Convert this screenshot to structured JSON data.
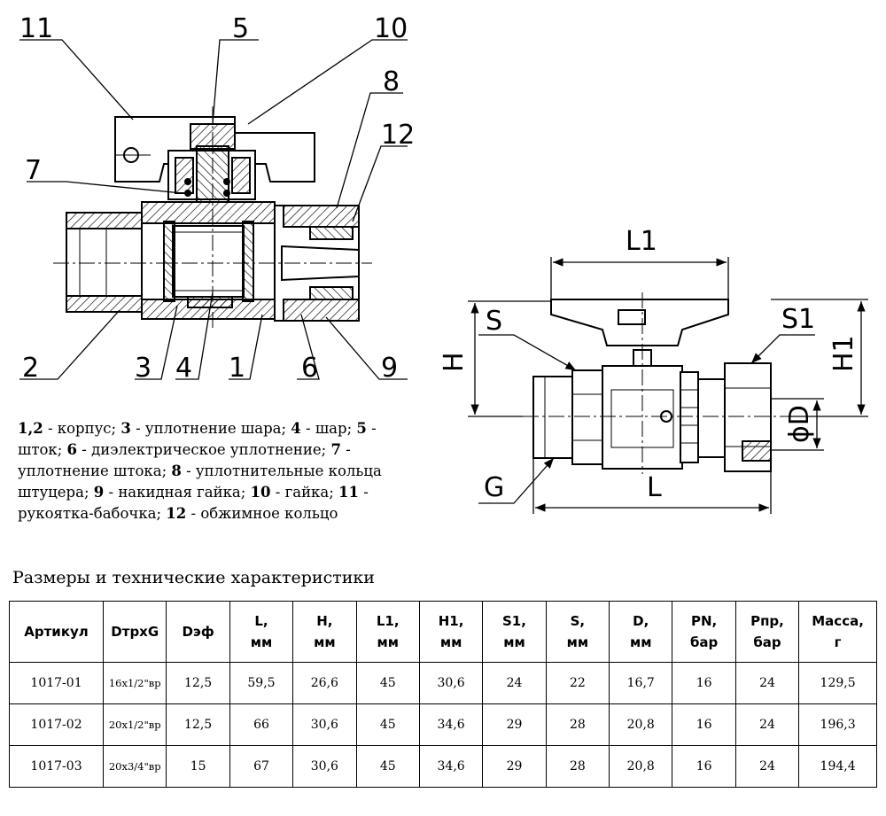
{
  "section_view": {
    "callouts": [
      "11",
      "5",
      "10",
      "8",
      "12",
      "7",
      "2",
      "3",
      "4",
      "1",
      "6",
      "9"
    ]
  },
  "dims_view": {
    "labels": {
      "L1": "L1",
      "S": "S",
      "S1": "S1",
      "H": "H",
      "H1": "H1",
      "D": "ϕD",
      "G": "G",
      "L": "L"
    }
  },
  "legend": [
    {
      "num": "1,2",
      "text": " - корпус; "
    },
    {
      "num": "3",
      "text": " - уплотнение шара; "
    },
    {
      "num": "4",
      "text": " - шар; "
    },
    {
      "num": "5",
      "text": " - шток; "
    },
    {
      "num": "6",
      "text": " - диэлектрическое уплотнение; "
    },
    {
      "num": "7",
      "text": " - уплотнение штока; "
    },
    {
      "num": "8",
      "text": " - уплотнительные кольца штуцера; "
    },
    {
      "num": "9",
      "text": " - накидная гайка; "
    },
    {
      "num": "10",
      "text": " - гайка; "
    },
    {
      "num": "11",
      "text": " - рукоятка-бабочка; "
    },
    {
      "num": "12",
      "text": " - обжимное кольцо"
    }
  ],
  "table": {
    "title": "Размеры и технические характеристики",
    "headers": [
      {
        "l1": "Артикул",
        "l2": ""
      },
      {
        "l1": "DтрxG",
        "l2": ""
      },
      {
        "l1": "Dэф",
        "l2": ""
      },
      {
        "l1": "L,",
        "l2": "мм"
      },
      {
        "l1": "H,",
        "l2": "мм"
      },
      {
        "l1": "L1,",
        "l2": "мм"
      },
      {
        "l1": "H1,",
        "l2": "мм"
      },
      {
        "l1": "S1,",
        "l2": "мм"
      },
      {
        "l1": "S,",
        "l2": "мм"
      },
      {
        "l1": "D,",
        "l2": "мм"
      },
      {
        "l1": "PN,",
        "l2": "бар"
      },
      {
        "l1": "Pпр,",
        "l2": "бар"
      },
      {
        "l1": "Масса,",
        "l2": "г"
      }
    ],
    "rows": [
      [
        "1017-01",
        "16x1/2\"вр",
        "12,5",
        "59,5",
        "26,6",
        "45",
        "30,6",
        "24",
        "22",
        "16,7",
        "16",
        "24",
        "129,5"
      ],
      [
        "1017-02",
        "20x1/2\"вр",
        "12,5",
        "66",
        "30,6",
        "45",
        "34,6",
        "29",
        "28",
        "20,8",
        "16",
        "24",
        "196,3"
      ],
      [
        "1017-03",
        "20x3/4\"вр",
        "15",
        "67",
        "30,6",
        "45",
        "34,6",
        "29",
        "28",
        "20,8",
        "16",
        "24",
        "194,4"
      ]
    ]
  }
}
